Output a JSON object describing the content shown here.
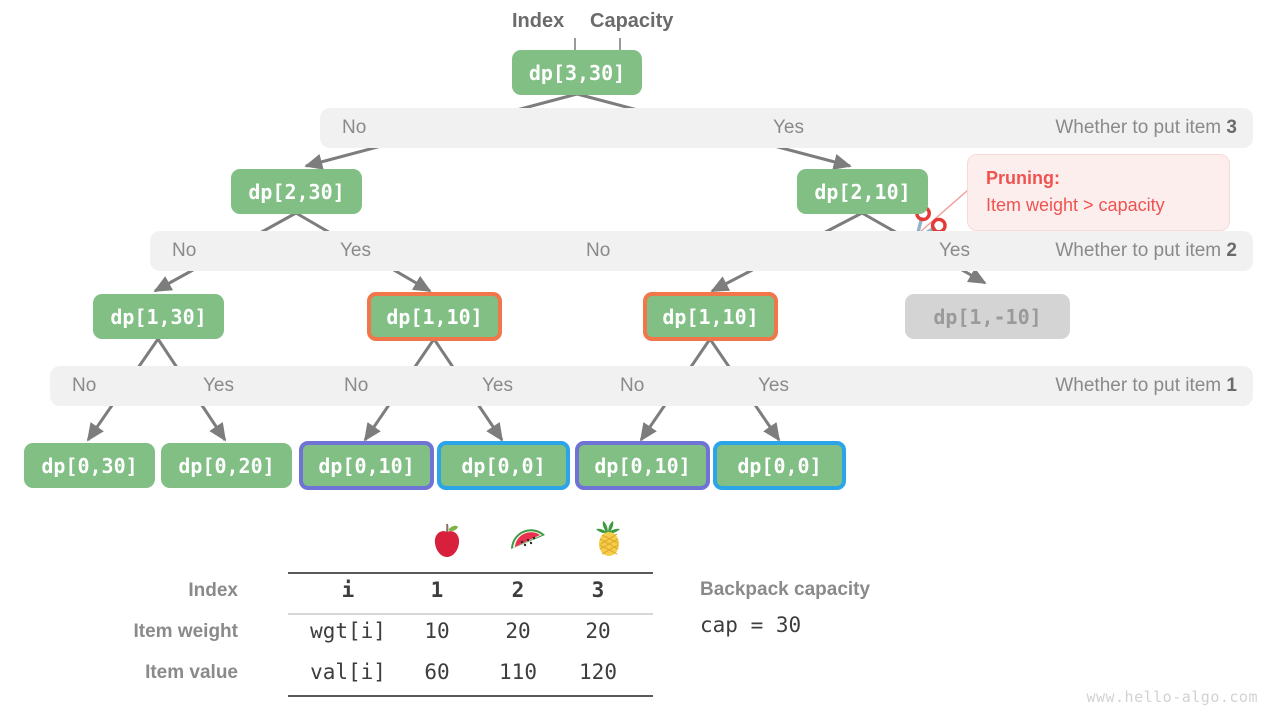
{
  "title_annotations": {
    "index": "Index",
    "capacity": "Capacity"
  },
  "tree": {
    "levels": [
      {
        "nodes": [
          {
            "label": "dp[3,30]",
            "style": "green"
          }
        ]
      },
      {
        "nodes": [
          {
            "label": "dp[2,30]",
            "style": "green"
          },
          {
            "label": "dp[2,10]",
            "style": "green"
          }
        ]
      },
      {
        "nodes": [
          {
            "label": "dp[1,30]",
            "style": "green"
          },
          {
            "label": "dp[1,10]",
            "style": "orange"
          },
          {
            "label": "dp[1,10]",
            "style": "orange"
          },
          {
            "label": "dp[1,-10]",
            "style": "gray"
          }
        ]
      },
      {
        "nodes": [
          {
            "label": "dp[0,30]",
            "style": "green"
          },
          {
            "label": "dp[0,20]",
            "style": "green"
          },
          {
            "label": "dp[0,10]",
            "style": "purple"
          },
          {
            "label": "dp[0,0]",
            "style": "cyan"
          },
          {
            "label": "dp[0,10]",
            "style": "purple"
          },
          {
            "label": "dp[0,0]",
            "style": "cyan"
          }
        ]
      }
    ]
  },
  "bands": [
    {
      "title_prefix": "Whether to put item ",
      "title_item": "3",
      "choices": [
        "No",
        "Yes"
      ]
    },
    {
      "title_prefix": "Whether to put item ",
      "title_item": "2",
      "choices": [
        "No",
        "Yes"
      ]
    },
    {
      "title_prefix": "Whether to put item ",
      "title_item": "1",
      "choices": [
        "No",
        "Yes",
        "No",
        "Yes",
        "No",
        "Yes"
      ]
    }
  ],
  "pruning": {
    "line1": "Pruning",
    "colon": ":",
    "line2": "Item weight > capacity",
    "icon": "scissors-icon",
    "color": "#ef5350"
  },
  "table": {
    "row_labels": [
      "Index",
      "Item weight",
      "Item value"
    ],
    "key_column": [
      "i",
      "wgt[i]",
      "val[i]"
    ],
    "columns": [
      "1",
      "2",
      "3"
    ],
    "item_icons": [
      "apple-icon",
      "watermelon-icon",
      "pineapple-icon"
    ],
    "rows": [
      {
        "label": "Index",
        "key": "i",
        "values": [
          "1",
          "2",
          "3"
        ]
      },
      {
        "label": "Item weight",
        "key": "wgt[i]",
        "values": [
          "10",
          "20",
          "20"
        ]
      },
      {
        "label": "Item value",
        "key": "val[i]",
        "values": [
          "60",
          "110",
          "120"
        ]
      }
    ]
  },
  "capacity_note": {
    "label": "Backpack capacity",
    "value": "cap = 30"
  },
  "watermark": "www.hello-algo.com",
  "colors": {
    "node_green": "#81bf85",
    "node_gray": "#d4d4d4",
    "band_gray": "#f1f1f1",
    "orange": "#f1774a",
    "purple": "#6f73d6",
    "cyan": "#2ca5e8",
    "arrow": "#7d7d7d",
    "prune_red": "#ef5350"
  }
}
